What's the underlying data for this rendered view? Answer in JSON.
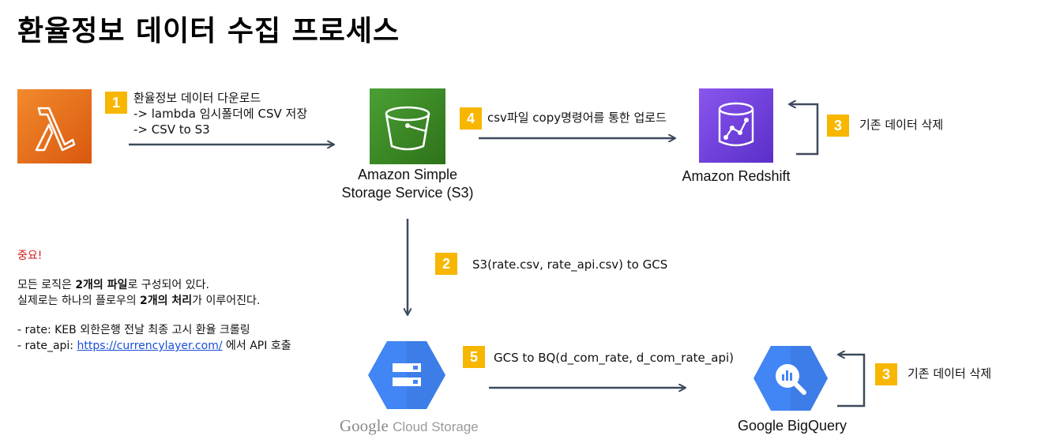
{
  "title": "환율정보 데이터 수집 프로세스",
  "steps": {
    "s1": {
      "num": "1",
      "line1": "환율정보 데이터 다운로드",
      "line2": "-> lambda 임시폴더에 CSV 저장",
      "line3": "-> CSV to S3"
    },
    "s4": {
      "num": "4",
      "text": "csv파일 copy명령어를 통한 업로드"
    },
    "s3a": {
      "num": "3",
      "text": "기존 데이터 삭제"
    },
    "s2": {
      "num": "2",
      "text": "S3(rate.csv,  rate_api.csv) to GCS"
    },
    "s5": {
      "num": "5",
      "text": "GCS to BQ(d_com_rate, d_com_rate_api)"
    },
    "s3b": {
      "num": "3",
      "text": "기존 데이터 삭제"
    }
  },
  "services": {
    "s3_line1": "Amazon Simple",
    "s3_line2": "Storage Service (S3)",
    "redshift": "Amazon Redshift",
    "gcs_google": "Google",
    "gcs_rest": "Cloud Storage",
    "bigquery": "Google BigQuery"
  },
  "important": {
    "heading": "중요!",
    "p1_a": "모든 로직은 ",
    "p1_b": "2개의 파일",
    "p1_c": "로 구성되어 있다.",
    "p2_a": "실제로는 하나의 플로우의 ",
    "p2_b": "2개의 처리",
    "p2_c": "가 이루어진다.",
    "rate": "- rate: KEB 외한은행 전날 최종 고시 환율 크롤링",
    "api_a": "- rate_api: ",
    "api_link": "https://currencylayer.com/",
    "api_b": "  에서 API 호출"
  },
  "colors": {
    "lambda": "#e8701a",
    "s3": "#3f8624",
    "redshift": "#6b3bd6",
    "gcp_blue": "#4285f4",
    "badge": "#f7b600",
    "arrow": "#3d4a5c",
    "important_red": "#d11a1a"
  }
}
